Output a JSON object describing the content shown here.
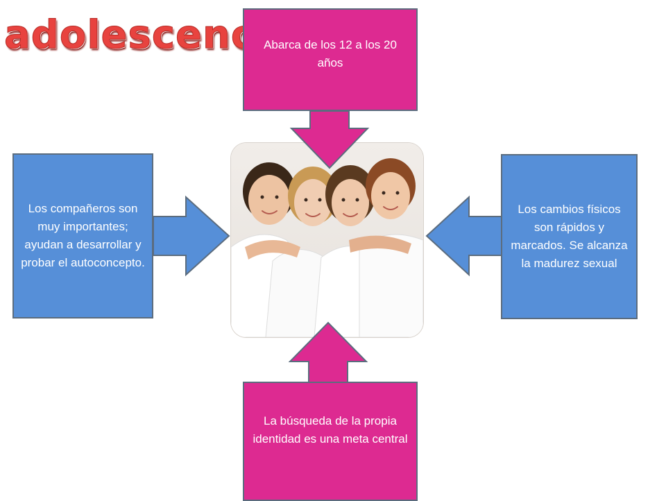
{
  "title": "adolescencia",
  "boxes": {
    "top": "Abarca de los 12 a los 20 años",
    "left": "Los compañeros son muy importantes; ayudan a desarrollar y probar el autoconcepto.",
    "right": "Los cambios físicos son rápidos y marcados. Se alcanza la madurez sexual",
    "bottom": "La búsqueda de la propia identidad es una meta central"
  },
  "colors": {
    "pink": "#dd2a91",
    "blue": "#568fd8",
    "title": "#e8433f"
  }
}
